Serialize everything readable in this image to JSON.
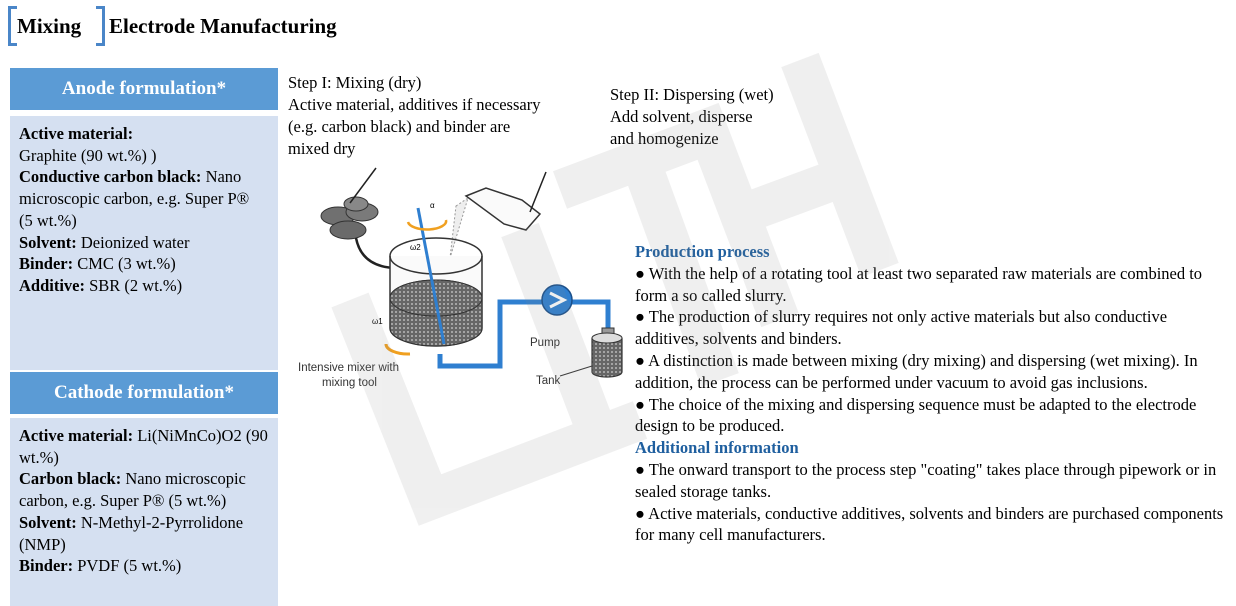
{
  "title": {
    "first": "Mixing",
    "rest": "Electrode Manufacturing"
  },
  "anode": {
    "heading": "Anode formulation*",
    "lines": [
      {
        "label": "Active material:",
        "text": ""
      },
      {
        "label": "",
        "text": "Graphite (90 wt.%) )"
      },
      {
        "label": "Conductive carbon black:",
        "text": " Nano microscopic carbon, e.g. Super P®"
      },
      {
        "label": "",
        "text": "(5 wt.%)"
      },
      {
        "label": "Solvent:",
        "text": " Deionized water"
      },
      {
        "label": "Binder:",
        "text": " CMC (3 wt.%)"
      },
      {
        "label": "Additive:",
        "text": " SBR (2 wt.%)"
      }
    ]
  },
  "cathode": {
    "heading": "Cathode formulation*",
    "lines": [
      {
        "label": "Active material:",
        "text": " Li(NiMnCo)O2 (90 wt.%)"
      },
      {
        "label": "Carbon black:",
        "text": " Nano microscopic carbon, e.g. Super P® (5 wt.%)"
      },
      {
        "label": "Solvent:",
        "text": " N-Methyl-2-Pyrrolidone (NMP)"
      },
      {
        "label": "Binder:",
        "text": " PVDF (5 wt.%)"
      }
    ]
  },
  "step1": {
    "title": "Step I: Mixing (dry)",
    "line1": "Active material, additives if necessary",
    "line2": "(e.g. carbon black) and binder are",
    "line3": "mixed dry"
  },
  "step2": {
    "title": "Step II: Dispersing (wet)",
    "line1": "Add solvent, disperse",
    "line2": "and homogenize"
  },
  "diagram": {
    "mixer_label_1": "Intensive mixer with",
    "mixer_label_2": "mixing tool",
    "pump_label": "Pump",
    "tank_label": "Tank",
    "omega1": "ω1",
    "omega2": "ω2",
    "alpha": "α"
  },
  "production": {
    "heading": "Production process",
    "bullets": [
      "● With the help of a rotating tool at least two separated raw materials are combined to form a so called slurry.",
      "● The production of slurry requires not only active materials but also conductive additives, solvents and binders.",
      "● A distinction is made between mixing (dry mixing) and dispersing (wet mixing). In addition, the process can be performed under vacuum to avoid gas inclusions.",
      "● The choice of the mixing and dispersing sequence must be adapted to the electrode design to be produced."
    ]
  },
  "additional": {
    "heading": "Additional information",
    "bullets": [
      "● The onward transport to the process step \"coating\" takes place through pipework or in sealed storage tanks.",
      "● Active materials, conductive additives, solvents and binders are purchased components for many cell manufacturers."
    ]
  },
  "colors": {
    "accent": "#5b9bd5",
    "panel": "#d5e0f1",
    "heading_blue": "#1f5f9f",
    "pipe": "#2f7fd0",
    "arrow": "#f0a020"
  }
}
